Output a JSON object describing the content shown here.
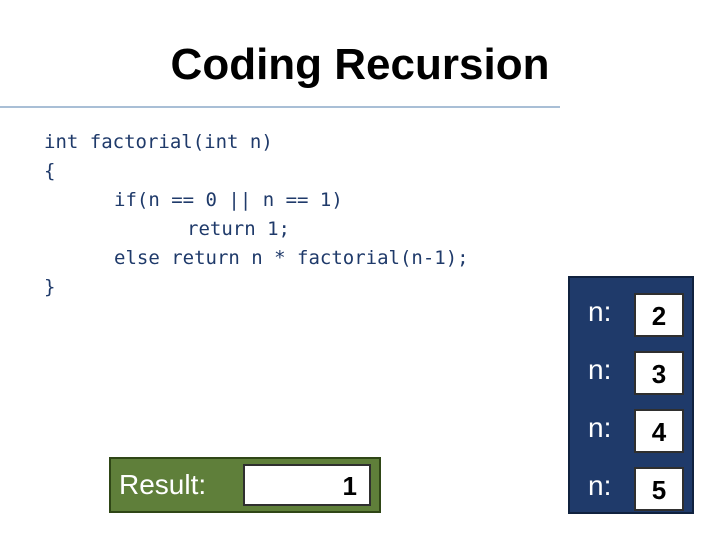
{
  "slide": {
    "title": "Coding Recursion"
  },
  "code": {
    "lines": [
      "int factorial(int n)",
      "{",
      "if(n == 0 || n == 1)",
      "return 1;",
      "else return n * factorial(n-1);",
      "}"
    ]
  },
  "result": {
    "label": "Result:",
    "value": "1"
  },
  "stack": {
    "frames": [
      {
        "label": "n:",
        "value": "2"
      },
      {
        "label": "n:",
        "value": "3"
      },
      {
        "label": "n:",
        "value": "4"
      },
      {
        "label": "n:",
        "value": "5"
      }
    ]
  },
  "colors": {
    "code_text": "#1f3a6a",
    "result_box": "#5f7f3a",
    "stack_box": "#1f3a6a",
    "title_rule": "#a9bfd6"
  }
}
